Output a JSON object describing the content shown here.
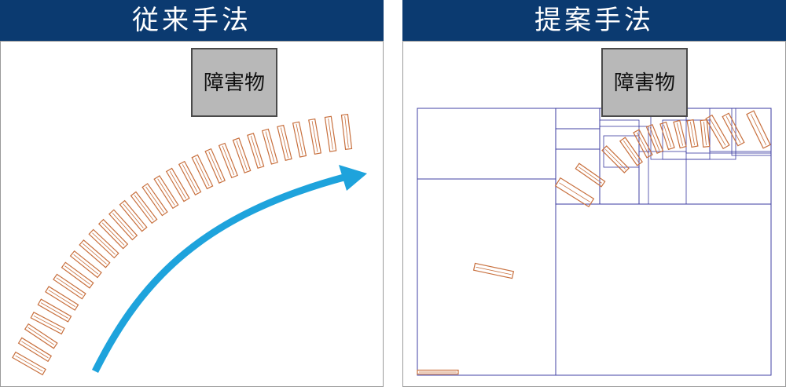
{
  "left_panel": {
    "title": "従来手法",
    "obstacle_label": "障害物"
  },
  "right_panel": {
    "title": "提案手法",
    "obstacle_label": "障害物"
  },
  "colors": {
    "header_bg": "#0b3a70",
    "header_text": "#ffffff",
    "car_outline": "#c8703e",
    "arrow": "#1ea3dc",
    "grid_lines": "#3a3aa0",
    "obstacle_fill": "#b8b8b8"
  }
}
